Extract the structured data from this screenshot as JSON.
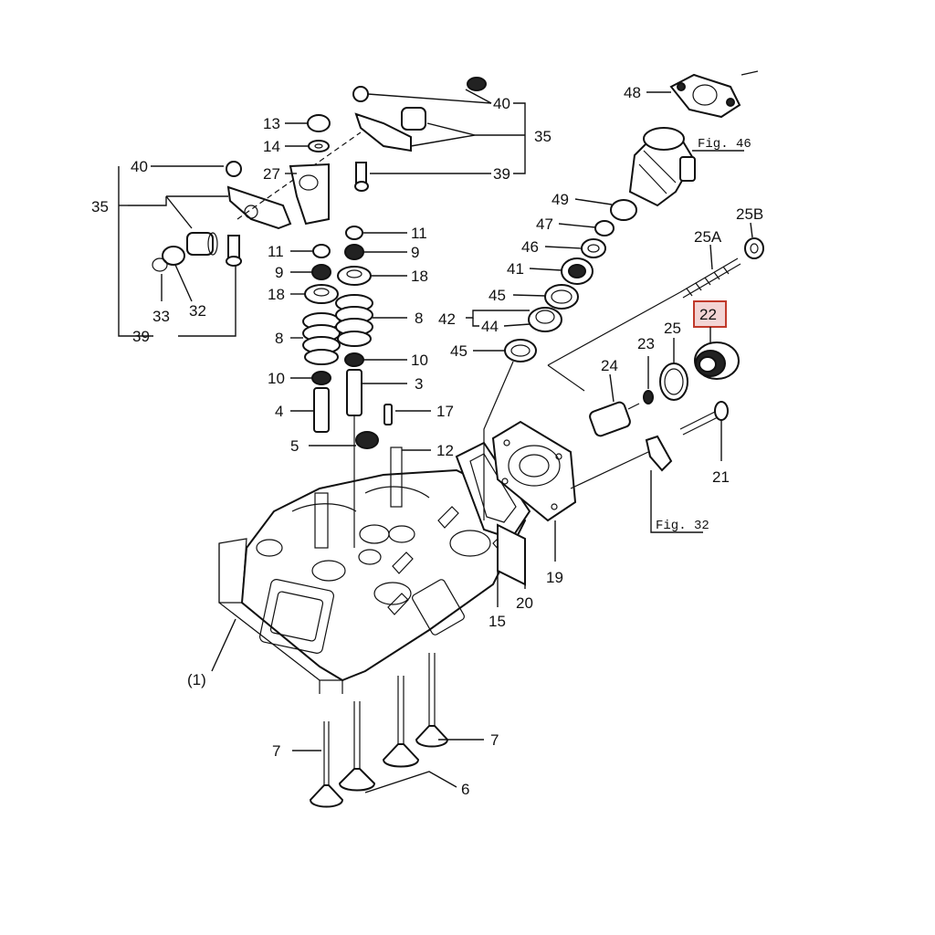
{
  "diagram": {
    "highlight_color": "#c0392b",
    "highlight_fill": "#f3d4d4",
    "labels": {
      "p1": "(1)",
      "p3": "3",
      "p4": "4",
      "p5": "5",
      "p6": "6",
      "p7a": "7",
      "p7b": "7",
      "p8a": "8",
      "p8b": "8",
      "p9a": "9",
      "p9b": "9",
      "p10a": "10",
      "p10b": "10",
      "p11a": "11",
      "p11b": "11",
      "p12": "12",
      "p13": "13",
      "p14": "14",
      "p15": "15",
      "p17": "17",
      "p18a": "18",
      "p18b": "18",
      "p19": "19",
      "p20": "20",
      "p21": "21",
      "p22": "22",
      "p23": "23",
      "p24": "24",
      "p25": "25",
      "p25a": "25A",
      "p25b": "25B",
      "p27": "27",
      "p32": "32",
      "p33": "33",
      "p35a": "35",
      "p35b": "35",
      "p39a": "39",
      "p39b": "39",
      "p40a": "40",
      "p40b": "40",
      "p41": "41",
      "p42": "42",
      "p44": "44",
      "p45a": "45",
      "p45b": "45",
      "p46": "46",
      "p47": "47",
      "p48": "48",
      "p49": "49",
      "fig46": "Fig. 46",
      "fig32": "Fig. 32"
    }
  }
}
